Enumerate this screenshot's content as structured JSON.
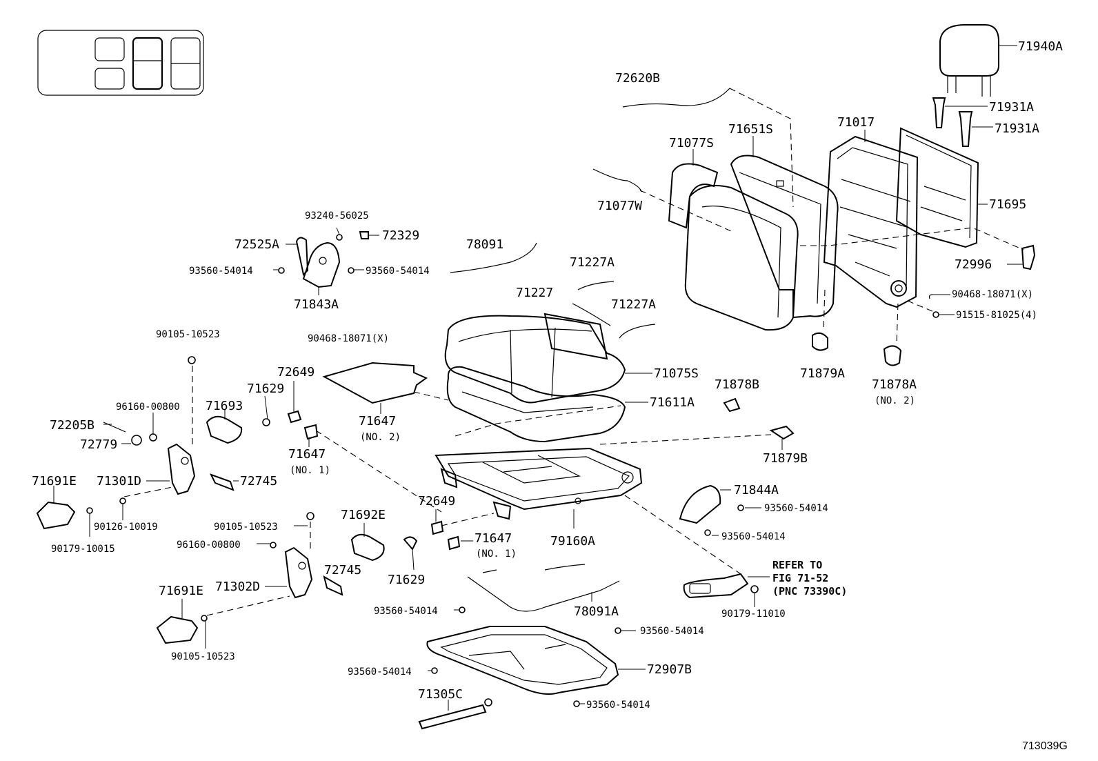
{
  "diagram_code": "713039G",
  "refer_note": [
    "REFER TO",
    "FIG 71-52",
    "(PNC 73390C)"
  ],
  "labels": {
    "l71940A": "71940A",
    "l71931A_1": "71931A",
    "l71931A_2": "71931A",
    "l71017": "71017",
    "l71695": "71695",
    "l72996": "72996",
    "l90468_r": "90468-18071(X)",
    "l91515": "91515-81025(4)",
    "l71878A": "71878A",
    "l71878A_no": "(NO. 2)",
    "l71879A": "71879A",
    "l71651S": "71651S",
    "l71077S": "71077S",
    "l72620B": "72620B",
    "l71077W": "71077W",
    "l71227A_1": "71227A",
    "l71227": "71227",
    "l71227A_2": "71227A",
    "l78091": "78091",
    "l93240": "93240-56025",
    "l72329": "72329",
    "l72525A": "72525A",
    "l93560_l1": "93560-54014",
    "l93560_r1": "93560-54014",
    "l71843A": "71843A",
    "l90468_l": "90468-18071(X)",
    "l71075S": "71075S",
    "l71611A": "71611A",
    "l71878B": "71878B",
    "l71879B": "71879B",
    "l90105_1": "90105-10523",
    "l96160_1": "96160-00800",
    "l72205B": "72205B",
    "l72779": "72779",
    "l71693": "71693",
    "l71629_1": "71629",
    "l72649_1": "72649",
    "l71647_n2": "71647",
    "l71647_n2b": "(NO. 2)",
    "l71647_n1": "71647",
    "l71647_n1b": "(NO. 1)",
    "l71691E_1": "71691E",
    "l71301D": "71301D",
    "l72745_1": "72745",
    "l90126": "90126-10019",
    "l90179_1": "90179-10015",
    "l90105_2": "90105-10523",
    "l96160_2": "96160-00800",
    "l71692E": "71692E",
    "l72649_2": "72649",
    "l71647_n1c": "71647",
    "l71647_n1d": "(NO. 1)",
    "l79160A": "79160A",
    "l71629_2": "71629",
    "l72745_2": "72745",
    "l71691E_2": "71691E",
    "l71302D": "71302D",
    "l90105_3": "90105-10523",
    "l71844A": "71844A",
    "l93560_r2": "93560-54014",
    "l93560_r3": "93560-54014",
    "l90179_2": "90179-11010",
    "l93560_m1": "93560-54014",
    "l78091A": "78091A",
    "l93560_m2": "93560-54014",
    "l93560_m3": "93560-54014",
    "l72907B": "72907B",
    "l71305C": "71305C",
    "l93560_m4": "93560-54014"
  }
}
